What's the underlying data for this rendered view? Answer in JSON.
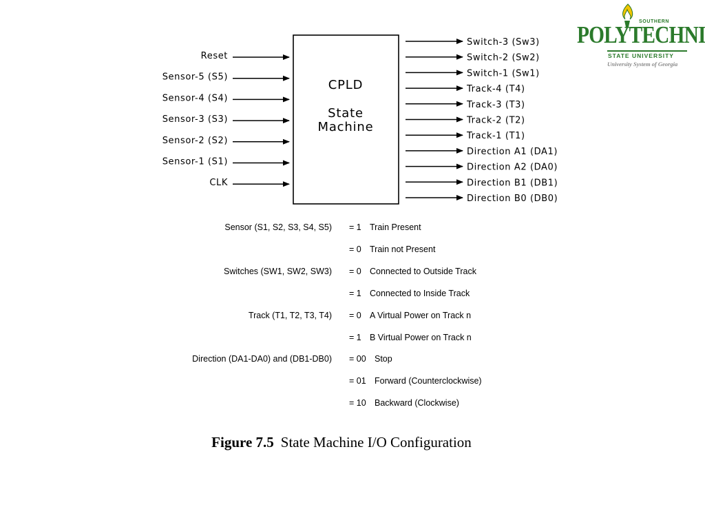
{
  "block": {
    "line1": "CPLD",
    "line2": "State",
    "line3": "Machine"
  },
  "inputs": [
    "Reset",
    "Sensor-5 (S5)",
    "Sensor-4 (S4)",
    "Sensor-3 (S3)",
    "Sensor-2 (S2)",
    "Sensor-1 (S1)",
    "CLK"
  ],
  "outputs": [
    "Switch-3 (Sw3)",
    "Switch-2 (Sw2)",
    "Switch-1 (Sw1)",
    "Track-4 (T4)",
    "Track-3 (T3)",
    "Track-2 (T2)",
    "Track-1 (T1)",
    "Direction A1 (DA1)",
    "Direction A2 (DA0)",
    "Direction B1 (DB1)",
    "Direction B0 (DB0)"
  ],
  "legend": [
    {
      "term": "Sensor (S1, S2, S3, S4, S5)",
      "code": "= 1",
      "meaning": "Train Present"
    },
    {
      "term": "",
      "code": "= 0",
      "meaning": "Train not Present"
    },
    {
      "term": "Switches (SW1, SW2, SW3)",
      "code": "= 0",
      "meaning": "Connected to Outside Track"
    },
    {
      "term": "",
      "code": "= 1",
      "meaning": "Connected to Inside Track"
    },
    {
      "term": "Track (T1, T2, T3, T4)",
      "code": "= 0",
      "meaning": "A Virtual Power on Track n"
    },
    {
      "term": "",
      "code": "= 1",
      "meaning": "B Virtual Power on Track n"
    },
    {
      "term": "Direction (DA1-DA0) and (DB1-DB0)",
      "code": "= 00",
      "meaning": "Stop"
    },
    {
      "term": "",
      "code": "= 01",
      "meaning": "Forward (Counterclockwise)"
    },
    {
      "term": "",
      "code": "= 10",
      "meaning": "Backward (Clockwise)"
    }
  ],
  "caption": {
    "number": "Figure 7.5",
    "text": "State Machine I/O Configuration"
  },
  "logo": {
    "southern": "SOUTHERN",
    "name": "POLYTECHNIC",
    "state": "STATE UNIVERSITY",
    "system": "University System of Georgia"
  },
  "colors": {
    "logo_green": "#2b7a2b",
    "logo_gold": "#f2c500",
    "logo_gray": "#8a8a8a"
  },
  "icons": {
    "logo_mark": "flame-torch-icon"
  }
}
